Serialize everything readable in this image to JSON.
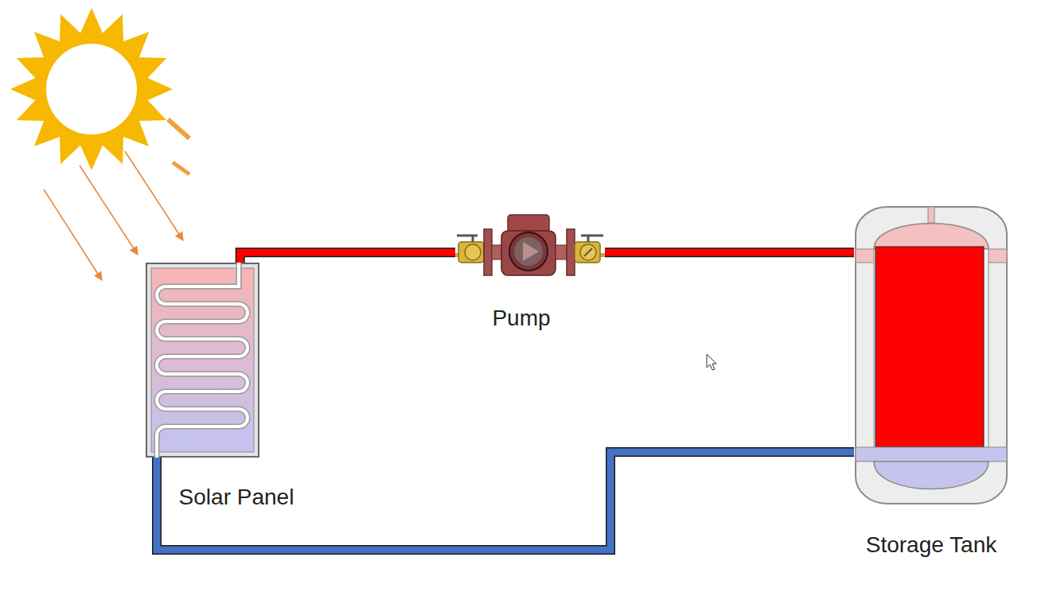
{
  "diagram": {
    "nodes": [
      {
        "text": [
          "Solar Panel"
        ]
      },
      {
        "text": [
          "Pump"
        ]
      },
      {
        "text": [
          "Storage Tank"
        ]
      }
    ],
    "edges": [
      {
        "from": 0,
        "to": 1,
        "arrow": "none"
      },
      {
        "from": 1,
        "to": 2,
        "arrow": "none"
      },
      {
        "from": 2,
        "to": 0,
        "arrow": "none"
      }
    ]
  }
}
